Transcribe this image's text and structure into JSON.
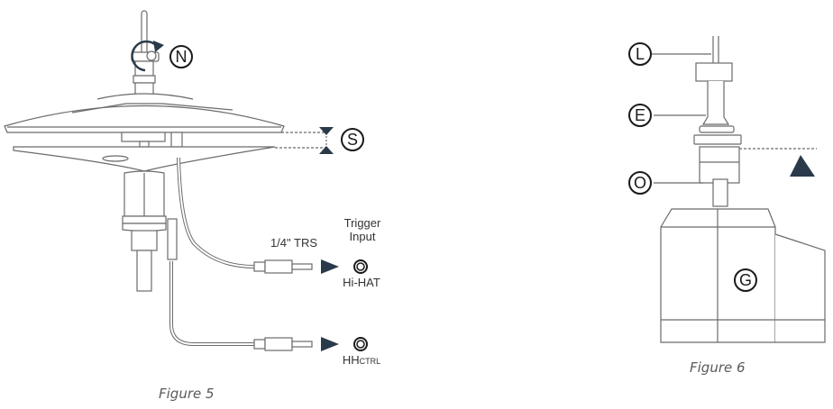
{
  "figure5": {
    "caption": "Figure 5",
    "callouts": {
      "rotate": "N",
      "gap": "S"
    },
    "labels": {
      "cable": "1/4\" TRS",
      "trigger_line1": "Trigger",
      "trigger_line2": "Input",
      "jack1": "Hi-HAT",
      "jack2_main": "HH",
      "jack2_sub": "CTRL"
    }
  },
  "figure6": {
    "caption": "Figure 6",
    "callouts": {
      "rod": "L",
      "clutch": "E",
      "o_part": "O",
      "base": "G"
    }
  },
  "colors": {
    "accent": "#2b3a4a",
    "line": "#6b6b6b",
    "text": "#1a1a1a"
  }
}
